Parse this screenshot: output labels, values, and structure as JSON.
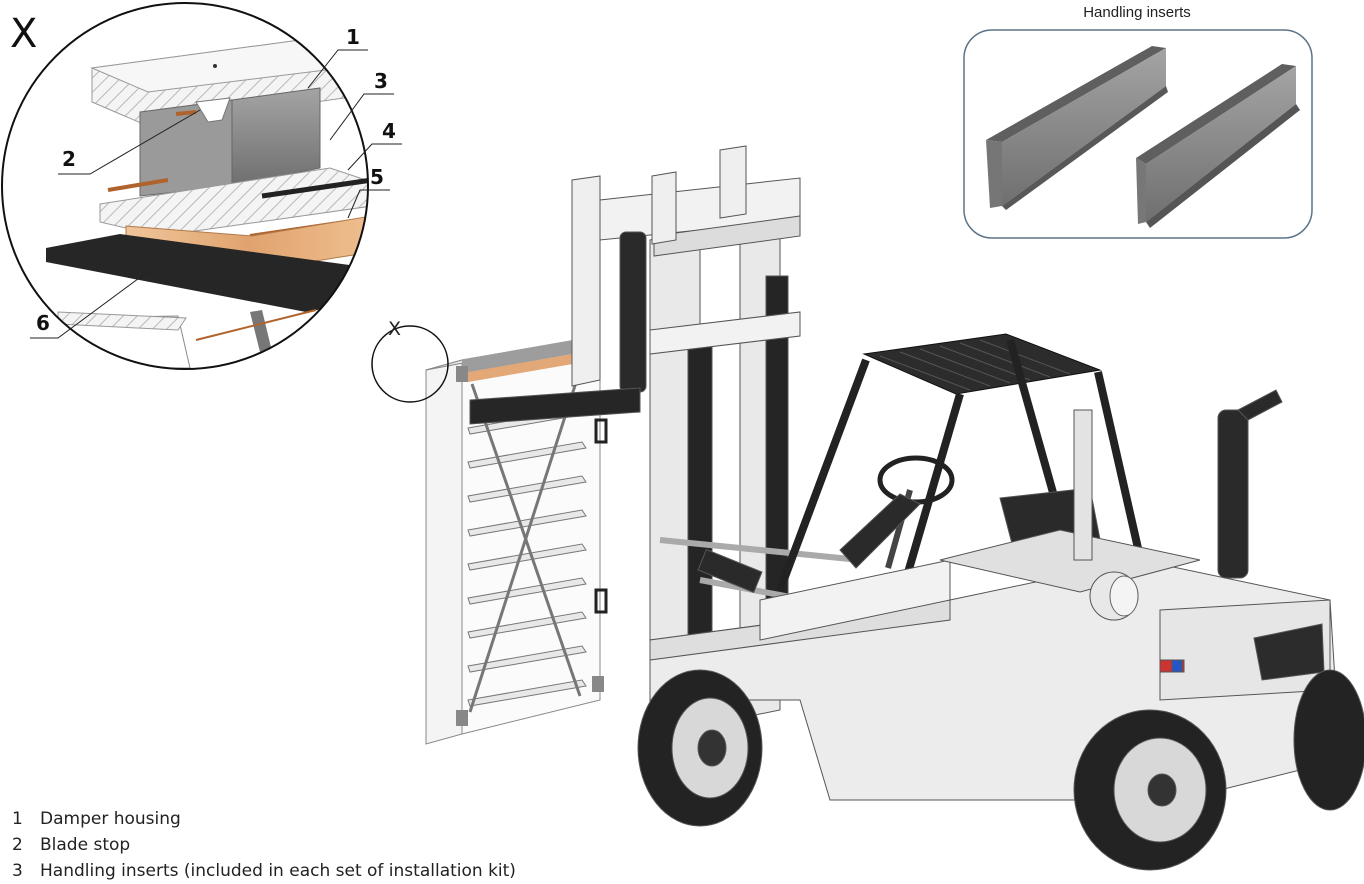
{
  "detail": {
    "mark": "X",
    "callouts": [
      {
        "num": "1",
        "label": "Damper housing"
      },
      {
        "num": "2",
        "label": "Blade stop"
      },
      {
        "num": "3",
        "label": ""
      },
      {
        "num": "4",
        "label": ""
      },
      {
        "num": "5",
        "label": ""
      },
      {
        "num": "6",
        "label": ""
      }
    ]
  },
  "overview_mark": "X",
  "inset": {
    "title": "Handling inserts"
  },
  "legend": [
    {
      "num": "1",
      "label": "Damper housing"
    },
    {
      "num": "2",
      "label": "Blade stop"
    },
    {
      "num": "3",
      "label": "Handling inserts (included in each set of installation kit)"
    }
  ],
  "colors": {
    "wood": "#e2a878",
    "steel": "#8c8c8c",
    "rubber": "#222222",
    "body": "#ededed",
    "inset_border": "#5a7388"
  }
}
